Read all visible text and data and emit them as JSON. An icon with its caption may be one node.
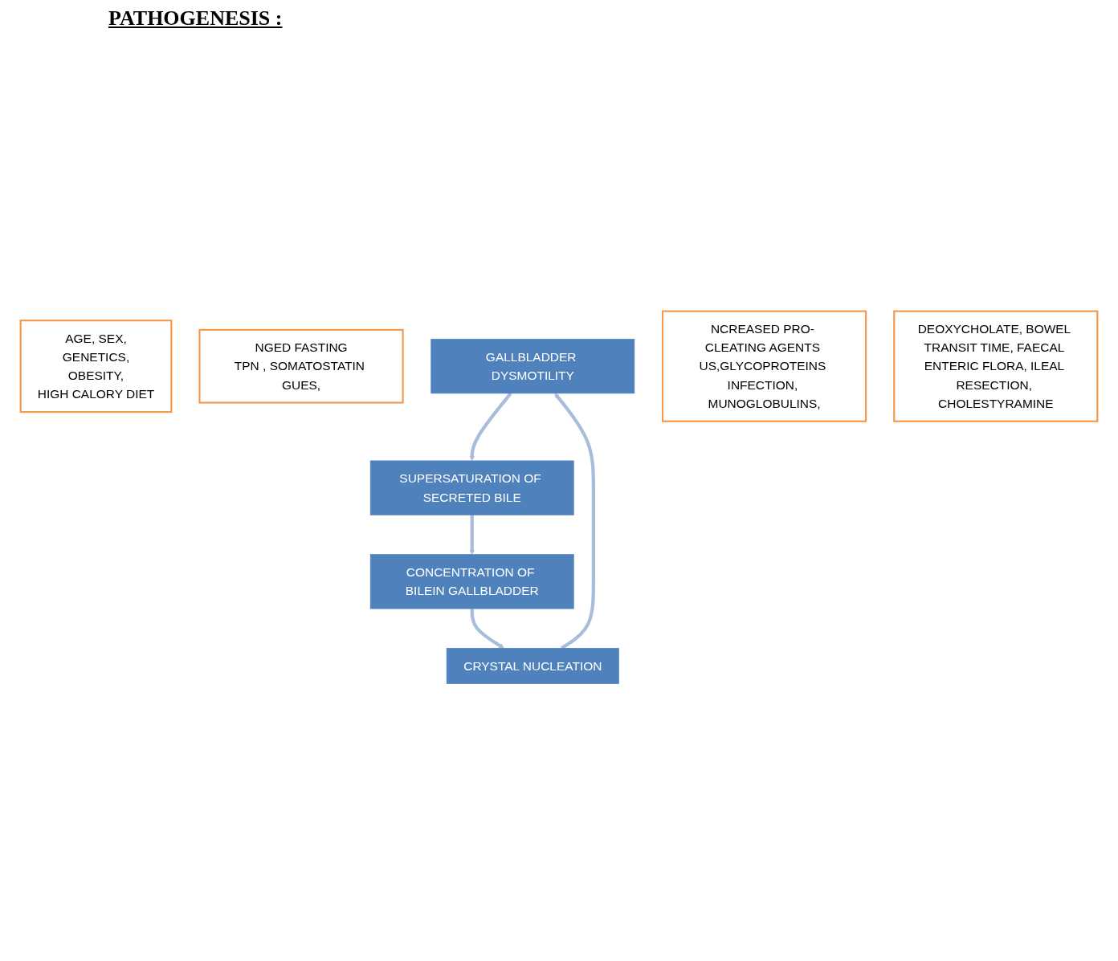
{
  "diagram": {
    "title": "PATHOGENESIS :",
    "nodes": [
      {
        "text": [
          "AGE, SEX,",
          "GENETICS,",
          "OBESITY,",
          "HIGH CALORY DIET"
        ]
      },
      {
        "text": [
          "NGED FASTING",
          "TPN , SOMATOSTATIN GUES,"
        ]
      },
      {
        "text": [
          "GALLBLADDER DYSMOTILITY"
        ]
      },
      {
        "text": [
          "SUPERSATURATION OF SECRETED BILE"
        ]
      },
      {
        "text": [
          "CRYSTAL NUCLEATION"
        ]
      },
      {
        "text": [
          "CONCENTRATION OF BILEIN GALLBLADDER"
        ]
      },
      {
        "text": [
          "NCREASED PRO- CLEATING AGENTS US,GLYCOPROTEINS INFECTION, MUNOGLOBULINS,"
        ]
      },
      {
        "text": [
          "DEOXYCHOLATE, BOWEL TRANSIT TIME, FAECAL ENTERIC FLORA, ILEAL RESECTION, CHOLESTYRAMINE"
        ]
      }
    ],
    "edges": [
      {
        "from": 2,
        "to": 3,
        "arrow": "to"
      },
      {
        "from": 3,
        "to": 5,
        "arrow": "to"
      },
      {
        "from": 5,
        "to": 4,
        "arrow": "to"
      },
      {
        "from": 4,
        "to": 2,
        "arrow": "to"
      }
    ]
  }
}
